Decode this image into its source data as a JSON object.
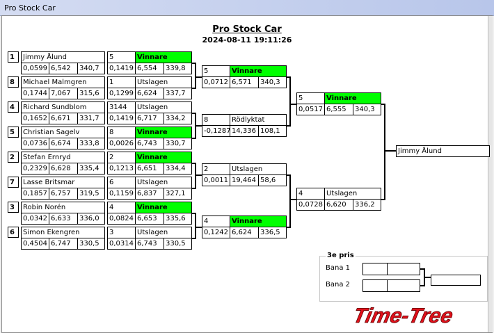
{
  "window": {
    "title": "Pro Stock Car"
  },
  "header": {
    "title": "Pro Stock Car",
    "datetime": "2024-08-11 19:11:26"
  },
  "round1": [
    {
      "seed": "1",
      "name": "Jimmy Ålund",
      "rt": "0,0599",
      "et": "6,542",
      "speed": "340,7",
      "opp_lane": "5",
      "result": "Vinnare",
      "rt2": "0,1419",
      "et2": "6,554",
      "speed2": "339,8"
    },
    {
      "seed": "8",
      "name": "Michael Malmgren",
      "rt": "0,1744",
      "et": "7,067",
      "speed": "315,6",
      "opp_lane": "1",
      "result": "Utslagen",
      "rt2": "0,1299",
      "et2": "6,624",
      "speed2": "337,7"
    },
    {
      "seed": "4",
      "name": "Richard  Sundblom",
      "rt": "0,1652",
      "et": "6,671",
      "speed": "331,7",
      "opp_lane": "3144",
      "result": "Utslagen",
      "rt2": "0,1419",
      "et2": "6,717",
      "speed2": "334,2"
    },
    {
      "seed": "5",
      "name": "Christian Sagelv",
      "rt": "0,0736",
      "et": "6,674",
      "speed": "333,8",
      "opp_lane": "8",
      "result": "Vinnare",
      "rt2": "0,0026",
      "et2": "6,743",
      "speed2": "330,7"
    },
    {
      "seed": "2",
      "name": "Stefan Ernryd",
      "rt": "0,2329",
      "et": "6,628",
      "speed": "335,4",
      "opp_lane": "2",
      "result": "Vinnare",
      "rt2": "0,1213",
      "et2": "6,651",
      "speed2": "334,4"
    },
    {
      "seed": "7",
      "name": "Lasse Britsmar",
      "rt": "0,1857",
      "et": "6,757",
      "speed": "319,5",
      "opp_lane": "6",
      "result": "Utslagen",
      "rt2": "0,1159",
      "et2": "6,837",
      "speed2": "327,1"
    },
    {
      "seed": "3",
      "name": "Robin  Norén",
      "rt": "0,0342",
      "et": "6,633",
      "speed": "336,0",
      "opp_lane": "4",
      "result": "Vinnare",
      "rt2": "0,0824",
      "et2": "6,653",
      "speed2": "335,6"
    },
    {
      "seed": "6",
      "name": "Simon Ekengren",
      "rt": "0,4504",
      "et": "6,747",
      "speed": "330,5",
      "opp_lane": "3",
      "result": "Utslagen",
      "rt2": "0,0314",
      "et2": "6,743",
      "speed2": "330,5"
    }
  ],
  "round2": [
    {
      "lane": "5",
      "result": "Vinnare",
      "rt": "0,0712",
      "et": "6,571",
      "speed": "340,3"
    },
    {
      "lane": "8",
      "result": "Rödlyktat",
      "rt": "-0,1287",
      "et": "14,336",
      "speed": "108,1"
    },
    {
      "lane": "2",
      "result": "Utslagen",
      "rt": "0,0011",
      "et": "19,464",
      "speed": "58,6"
    },
    {
      "lane": "4",
      "result": "Vinnare",
      "rt": "0,1242",
      "et": "6,624",
      "speed": "336,5"
    }
  ],
  "round3": [
    {
      "lane": "5",
      "result": "Vinnare",
      "rt": "0,0517",
      "et": "6,555",
      "speed": "340,3"
    },
    {
      "lane": "4",
      "result": "Utslagen",
      "rt": "0,0728",
      "et": "6,620",
      "speed": "336,2"
    }
  ],
  "winner": {
    "name": "Jimmy Ålund"
  },
  "third_place": {
    "legend": "3e pris",
    "lane1_label": "Bana 1",
    "lane2_label": "Bana 2"
  },
  "logo": {
    "text": "Time-Tree"
  },
  "colors": {
    "winner_bg": "#00ff00",
    "logo_red": "#e0101a"
  }
}
